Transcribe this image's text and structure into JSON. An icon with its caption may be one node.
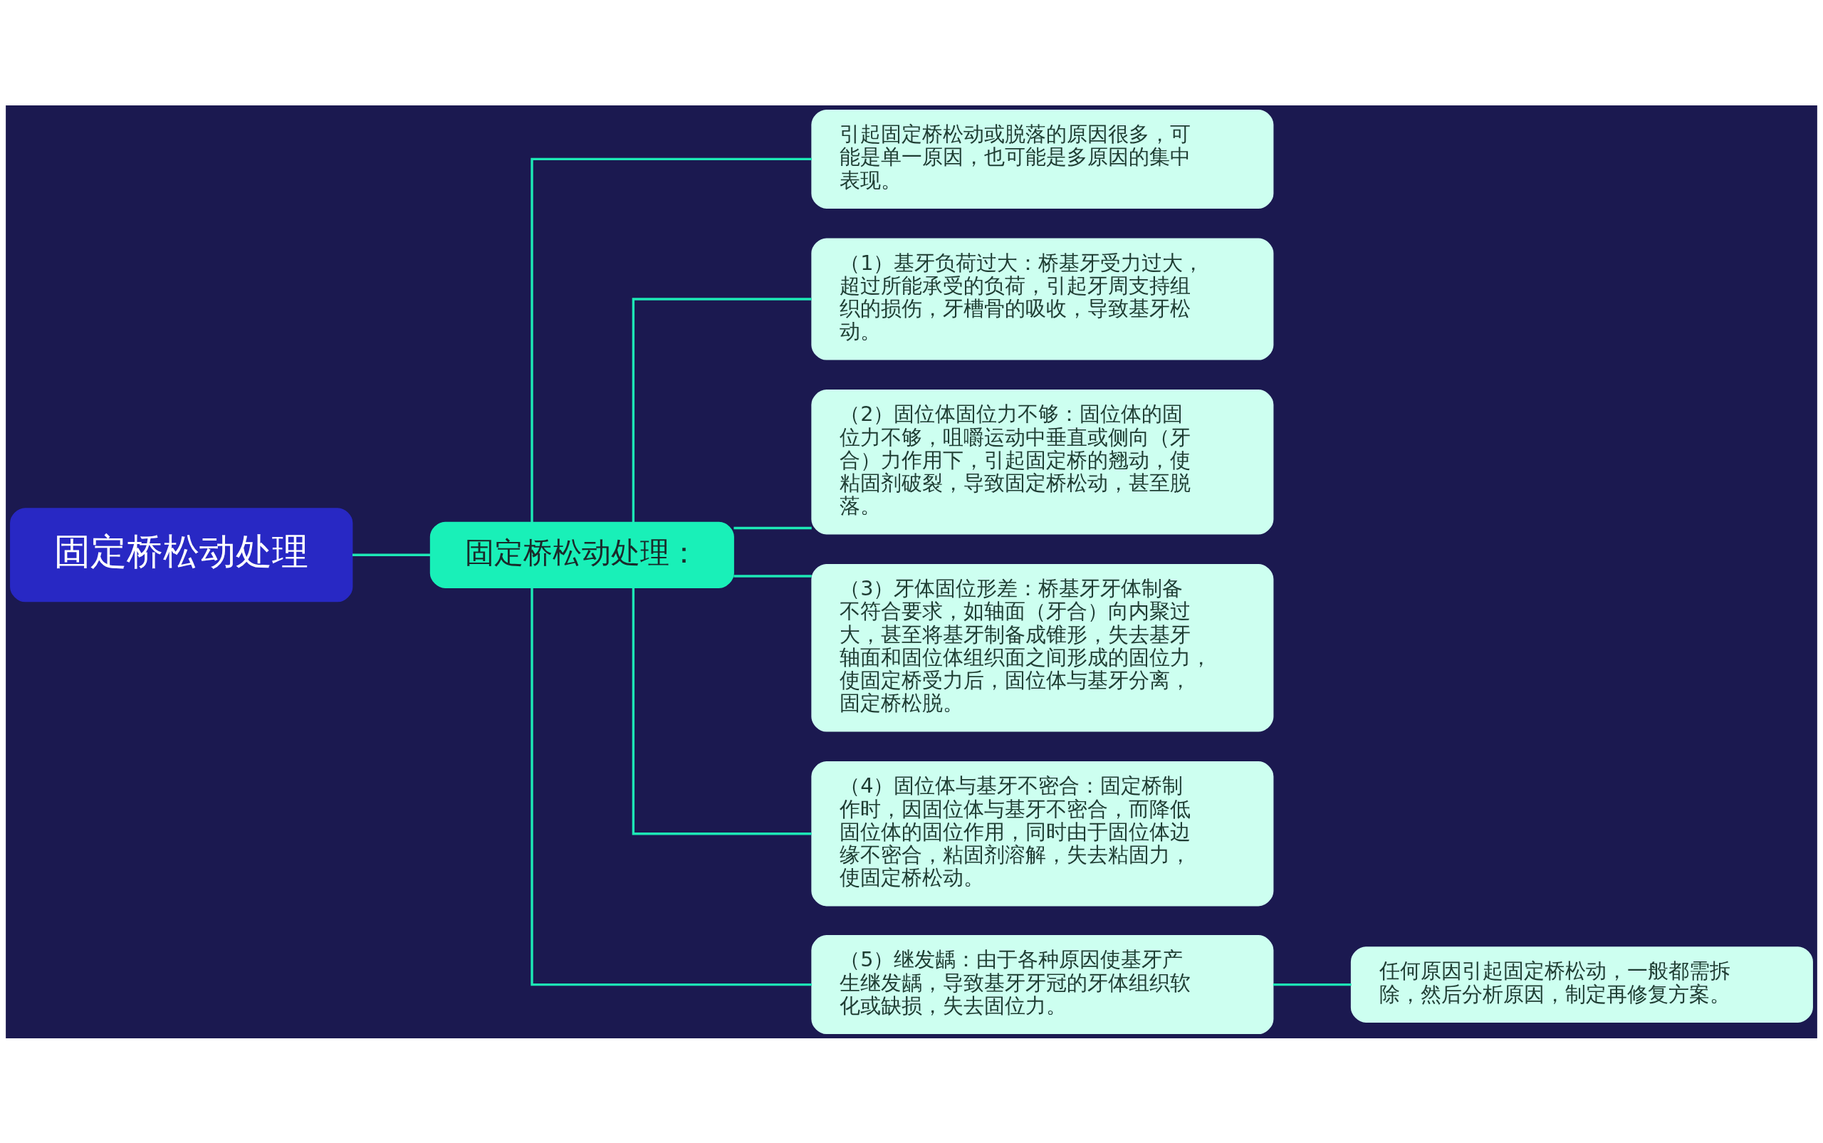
{
  "diagram": {
    "nodes": [
      {
        "text": [
          "固定桥松动处理"
        ]
      },
      {
        "text": [
          "固定桥松动处理："
        ]
      },
      {
        "text": [
          "引起固定桥松动或脱落的原因很多，可能是单一原因，也可能是多原因的集中表现。"
        ]
      },
      {
        "text": [
          "（1）基牙负荷过大：桥基牙受力过大，超过所能承受的负荷，引起牙周支持组织的损伤，牙槽骨的吸收，导致基牙松动。"
        ]
      },
      {
        "text": [
          "（2）固位体固位力不够：固位体的固位力不够，咀嚼运动中垂直或侧向（牙合）力作用下，引起固定桥的翘动，使粘固剂破裂，导致固定桥松动，甚至脱落。"
        ]
      },
      {
        "text": [
          "（3）牙体固位形差：桥基牙牙体制备不符合要求，如轴面（牙合）向内聚过大，甚至将基牙制备成锥形，失去基牙轴面和固位体组织面之间形成的固位力，使固定桥受力后，固位体与基牙分离，固定桥松脱。"
        ]
      },
      {
        "text": [
          "（4）固位体与基牙不密合：固定桥制作时，因固位体与基牙不密合，而降低固位体的固位作用，同时由于固位体边缘不密合，粘固剂溶解，失去粘固力，使固定桥松动。"
        ]
      },
      {
        "text": [
          "（5）继发龋：由于各种原因使基牙产生继发龋，导致基牙牙冠的牙体组织软化或缺损，失去固位力。"
        ]
      },
      {
        "text": [
          "任何原因引起固定桥松动，一般都需拆除，然后分析原因，制定再修复方案。"
        ]
      }
    ],
    "edges": [
      {
        "from": 0,
        "to": 1,
        "arrow": "none"
      },
      {
        "from": 1,
        "to": 2,
        "arrow": "none"
      },
      {
        "from": 1,
        "to": 3,
        "arrow": "none"
      },
      {
        "from": 1,
        "to": 4,
        "arrow": "none"
      },
      {
        "from": 1,
        "to": 5,
        "arrow": "none"
      },
      {
        "from": 1,
        "to": 6,
        "arrow": "none"
      },
      {
        "from": 1,
        "to": 7,
        "arrow": "none"
      },
      {
        "from": 7,
        "to": 8,
        "arrow": "none"
      }
    ]
  }
}
